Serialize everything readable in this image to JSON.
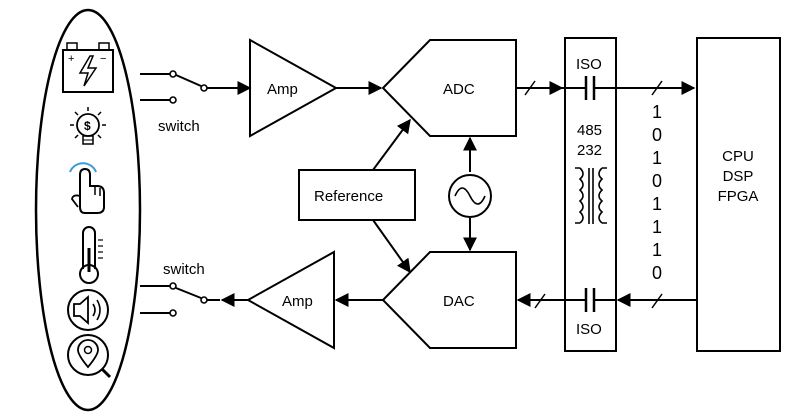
{
  "labels": {
    "amp_top": "Amp",
    "amp_bottom": "Amp",
    "adc": "ADC",
    "dac": "DAC",
    "reference": "Reference",
    "switch_top": "switch",
    "switch_bottom": "switch",
    "iso_top": "ISO",
    "iso_bottom": "ISO",
    "protocol_1": "485",
    "protocol_2": "232",
    "cpu": "CPU",
    "dsp": "DSP",
    "fpga": "FPGA"
  },
  "bits": [
    "1",
    "0",
    "1",
    "0",
    "1",
    "1",
    "1",
    "0"
  ],
  "icons": [
    "battery-icon",
    "lightbulb-dollar-icon",
    "touch-hand-icon",
    "thermometer-icon",
    "speaker-icon",
    "location-search-icon"
  ],
  "colors": {
    "stroke": "#000000",
    "background": "#ffffff"
  }
}
